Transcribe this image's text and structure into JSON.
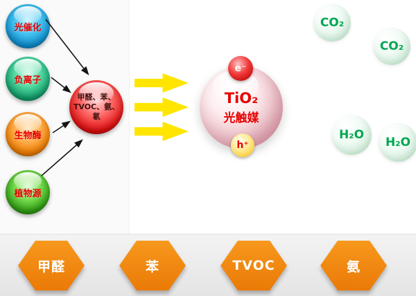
{
  "colors": {
    "hexagon_orange": "#ef8200",
    "arrow_yellow": "#ffe500",
    "molecule_green": "#00a651",
    "catalyst_text_red": "#e60000",
    "source_label_red": "#e60000"
  },
  "left_panel": {
    "buttons": [
      {
        "label": "光催化",
        "color": "#0f8fd0"
      },
      {
        "label": "负离子",
        "color": "#12a06d"
      },
      {
        "label": "生物酶",
        "color": "#f07d00"
      },
      {
        "label": "植物源",
        "color": "#2f9e12"
      }
    ]
  },
  "pollutant_sphere": {
    "line1": "甲醛、苯、",
    "line2": "TVOC、氨、",
    "line3": "氡"
  },
  "catalyst_sphere": {
    "formula": "TiO₂",
    "name": "光触媒",
    "electron_label": "e⁻",
    "hole_label": "h⁺"
  },
  "molecules": {
    "co2_top": "CO₂",
    "co2_right": "CO₂",
    "h2o_left": "H₂O",
    "h2o_right": "H₂O"
  },
  "bottom_band": {
    "hexagons": [
      {
        "label": "甲醛"
      },
      {
        "label": "苯"
      },
      {
        "label": "TVOC"
      },
      {
        "label": "氨"
      }
    ]
  }
}
